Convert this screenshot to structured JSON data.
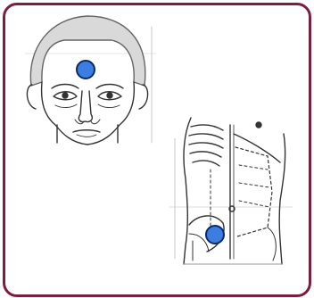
{
  "colors": {
    "border": "#7a1f3d",
    "marker_fill": "#3b7de0",
    "marker_stroke": "#0a2a66",
    "line": "#333333",
    "hair": "#d9d9d9"
  },
  "markers": [
    {
      "name": "forehead-marker",
      "region": "head-forehead"
    },
    {
      "name": "lower-abdomen-marker",
      "region": "torso-lower-left-abdomen"
    }
  ],
  "figures": {
    "head": "front-view-head",
    "torso": "front-view-torso"
  }
}
